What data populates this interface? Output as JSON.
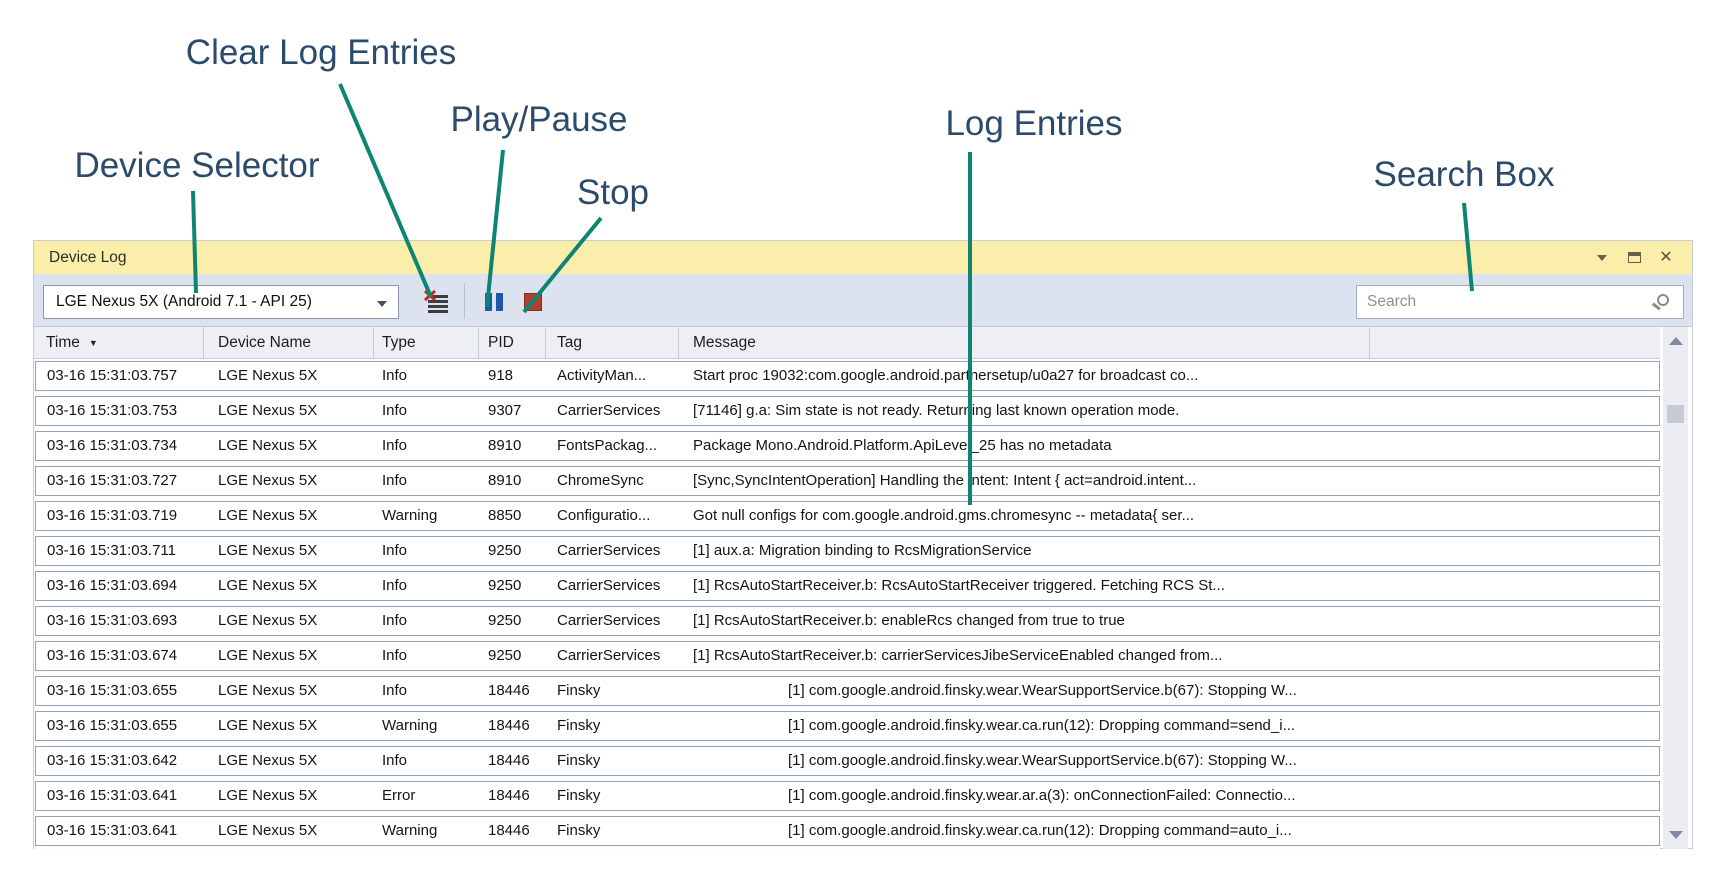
{
  "annotations": {
    "device_selector": "Device Selector",
    "clear_log_entries": "Clear Log Entries",
    "play_pause": "Play/Pause",
    "stop": "Stop",
    "log_entries": "Log Entries",
    "search_box": "Search Box",
    "text_color": "#2C4B6A",
    "line_color": "#0F8472"
  },
  "window": {
    "title": "Device Log",
    "titlebar_color": "#FBEEAB",
    "controls": {
      "close_glyph": "✕"
    }
  },
  "toolbar": {
    "device_selector_value": "LGE Nexus 5X (Android 7.1 - API 25)",
    "buttons": {
      "clear_log_entries": "clear-log-entries",
      "play_pause": "play-pause",
      "stop": "stop"
    },
    "search_placeholder": "Search",
    "colors": {
      "pause_blue": "#1E56A8",
      "stop_red": "#B2402C",
      "clear_x_red": "#C9271D"
    }
  },
  "log_table": {
    "columns": [
      "Time",
      "Device Name",
      "Type",
      "PID",
      "Tag",
      "Message"
    ],
    "sort": {
      "column": "Time",
      "direction": "desc"
    },
    "rows": [
      {
        "time": "03-16 15:31:03.757",
        "device": "LGE Nexus 5X",
        "type": "Info",
        "pid": "918",
        "tag": "ActivityMan...",
        "message": "Start proc 19032:com.google.android.partnersetup/u0a27 for broadcast co...",
        "indented": false
      },
      {
        "time": "03-16 15:31:03.753",
        "device": "LGE Nexus 5X",
        "type": "Info",
        "pid": "9307",
        "tag": "CarrierServices",
        "message": "[71146] g.a: Sim state is not ready. Returning last known operation mode.",
        "indented": false
      },
      {
        "time": "03-16 15:31:03.734",
        "device": "LGE Nexus 5X",
        "type": "Info",
        "pid": "8910",
        "tag": "FontsPackag...",
        "message": "Package Mono.Android.Platform.ApiLevel_25 has no metadata",
        "indented": false
      },
      {
        "time": "03-16 15:31:03.727",
        "device": "LGE Nexus 5X",
        "type": "Info",
        "pid": "8910",
        "tag": "ChromeSync",
        "message": "[Sync,SyncIntentOperation] Handling the intent: Intent { act=android.intent...",
        "indented": false
      },
      {
        "time": "03-16 15:31:03.719",
        "device": "LGE Nexus 5X",
        "type": "Warning",
        "pid": "8850",
        "tag": "Configuratio...",
        "message": "Got null configs for com.google.android.gms.chromesync -- metadata{ ser...",
        "indented": false
      },
      {
        "time": "03-16 15:31:03.711",
        "device": "LGE Nexus 5X",
        "type": "Info",
        "pid": "9250",
        "tag": "CarrierServices",
        "message": "[1] aux.a: Migration binding to RcsMigrationService",
        "indented": false
      },
      {
        "time": "03-16 15:31:03.694",
        "device": "LGE Nexus 5X",
        "type": "Info",
        "pid": "9250",
        "tag": "CarrierServices",
        "message": "[1] RcsAutoStartReceiver.b: RcsAutoStartReceiver triggered. Fetching RCS St...",
        "indented": false
      },
      {
        "time": "03-16 15:31:03.693",
        "device": "LGE Nexus 5X",
        "type": "Info",
        "pid": "9250",
        "tag": "CarrierServices",
        "message": "[1] RcsAutoStartReceiver.b: enableRcs changed from true to true",
        "indented": false
      },
      {
        "time": "03-16 15:31:03.674",
        "device": "LGE Nexus 5X",
        "type": "Info",
        "pid": "9250",
        "tag": "CarrierServices",
        "message": "[1] RcsAutoStartReceiver.b: carrierServicesJibeServiceEnabled changed from...",
        "indented": false
      },
      {
        "time": "03-16 15:31:03.655",
        "device": "LGE Nexus 5X",
        "type": "Info",
        "pid": "18446",
        "tag": "Finsky",
        "message": "[1] com.google.android.finsky.wear.WearSupportService.b(67): Stopping W...",
        "indented": true
      },
      {
        "time": "03-16 15:31:03.655",
        "device": "LGE Nexus 5X",
        "type": "Warning",
        "pid": "18446",
        "tag": "Finsky",
        "message": "[1] com.google.android.finsky.wear.ca.run(12): Dropping command=send_i...",
        "indented": true
      },
      {
        "time": "03-16 15:31:03.642",
        "device": "LGE Nexus 5X",
        "type": "Info",
        "pid": "18446",
        "tag": "Finsky",
        "message": "[1] com.google.android.finsky.wear.WearSupportService.b(67): Stopping W...",
        "indented": true
      },
      {
        "time": "03-16 15:31:03.641",
        "device": "LGE Nexus 5X",
        "type": "Error",
        "pid": "18446",
        "tag": "Finsky",
        "message": "[1] com.google.android.finsky.wear.ar.a(3): onConnectionFailed: Connectio...",
        "indented": true
      },
      {
        "time": "03-16 15:31:03.641",
        "device": "LGE Nexus 5X",
        "type": "Warning",
        "pid": "18446",
        "tag": "Finsky",
        "message": "[1] com.google.android.finsky.wear.ca.run(12): Dropping command=auto_i...",
        "indented": true
      }
    ]
  }
}
